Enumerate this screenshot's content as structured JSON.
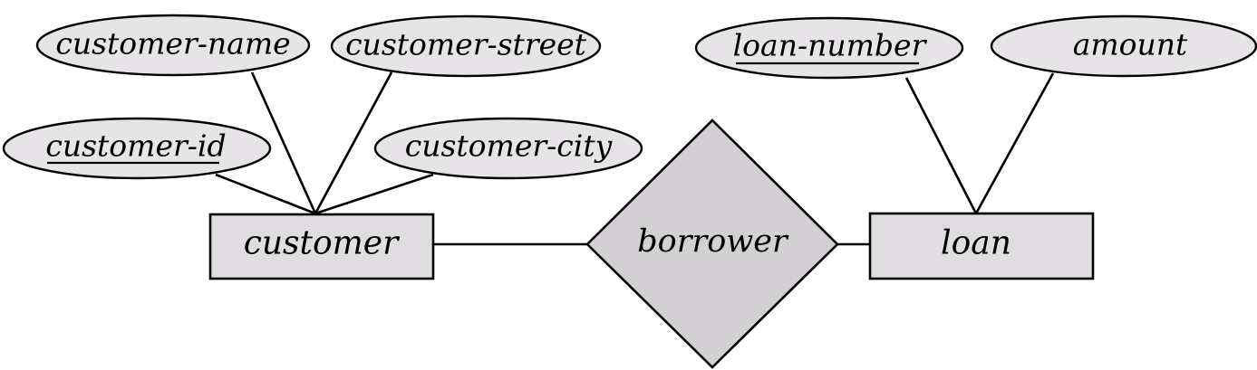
{
  "diagram": {
    "entities": [
      {
        "id": "customer",
        "label": "customer"
      },
      {
        "id": "loan",
        "label": "loan"
      }
    ],
    "relationships": [
      {
        "id": "borrower",
        "label": "borrower",
        "connects": [
          "customer",
          "loan"
        ]
      }
    ],
    "attributes": [
      {
        "id": "customer-name",
        "label": "customer-name",
        "entity": "customer",
        "key": false
      },
      {
        "id": "customer-street",
        "label": "customer-street",
        "entity": "customer",
        "key": false
      },
      {
        "id": "customer-id",
        "label": "customer-id",
        "entity": "customer",
        "key": true
      },
      {
        "id": "customer-city",
        "label": "customer-city",
        "entity": "customer",
        "key": false
      },
      {
        "id": "loan-number",
        "label": "loan-number",
        "entity": "loan",
        "key": true
      },
      {
        "id": "amount",
        "label": "amount",
        "entity": "loan",
        "key": false
      }
    ],
    "colors": {
      "attribute_fill": "#e7e4e7",
      "entity_fill": "#e0dde0",
      "relationship_fill": "#d3d0d3",
      "stroke": "#000000"
    }
  }
}
